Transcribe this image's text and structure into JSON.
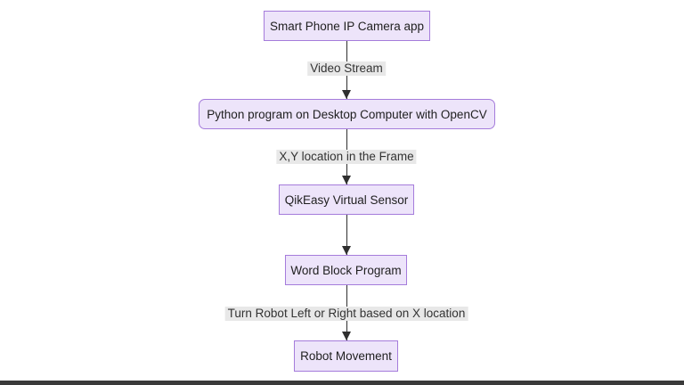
{
  "diagram": {
    "type": "flowchart",
    "direction": "top-down",
    "nodes": [
      {
        "label": "Smart Phone IP Camera app",
        "shape": "rectangle"
      },
      {
        "label": "Python program on Desktop Computer with OpenCV",
        "shape": "rounded-rectangle"
      },
      {
        "label": "QikEasy Virtual Sensor",
        "shape": "rectangle"
      },
      {
        "label": "Word Block Program",
        "shape": "rectangle"
      },
      {
        "label": "Robot Movement",
        "shape": "rectangle"
      }
    ],
    "edges": [
      {
        "from": "Smart Phone IP Camera app",
        "to": "Python program on Desktop Computer with OpenCV",
        "label": "Video Stream"
      },
      {
        "from": "Python program on Desktop Computer with OpenCV",
        "to": "QikEasy Virtual Sensor",
        "label": "X,Y location in the Frame"
      },
      {
        "from": "QikEasy Virtual Sensor",
        "to": "Word Block Program",
        "label": ""
      },
      {
        "from": "Word Block Program",
        "to": "Robot Movement",
        "label": "Turn Robot Left or Right based on X location"
      }
    ],
    "colors": {
      "node_fill": "#ede4fa",
      "node_border": "#a57cdb",
      "node_text": "#1f1f1f",
      "edge_label_background": "#e8e8e8",
      "edge_label_text": "#333333",
      "arrow": "#2f2f2f",
      "canvas_background": "#ffffff",
      "bottom_bar": "#3a3a3a"
    }
  }
}
